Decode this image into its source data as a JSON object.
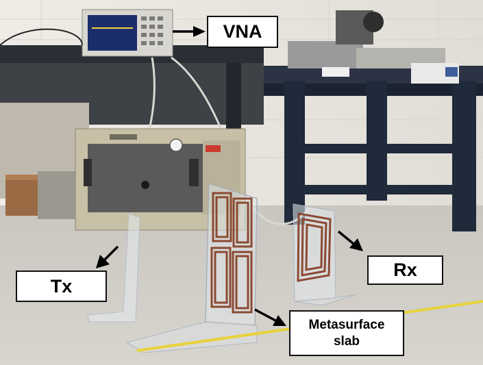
{
  "labels": {
    "vna": "VNA",
    "tx": "Tx",
    "rx": "Rx",
    "metasurface_line1": "Metasurface",
    "metasurface_line2": "slab"
  },
  "colors": {
    "floor": "#cfcbc4",
    "wall": "#e8e6e1",
    "table_frame": "#1f2a3a",
    "chamber_body": "#c8c0a6",
    "chamber_panel": "#5a5a58",
    "coil_copper": "#8a4a32",
    "label_border": "#111111",
    "tape_yellow": "#e8d23a"
  }
}
